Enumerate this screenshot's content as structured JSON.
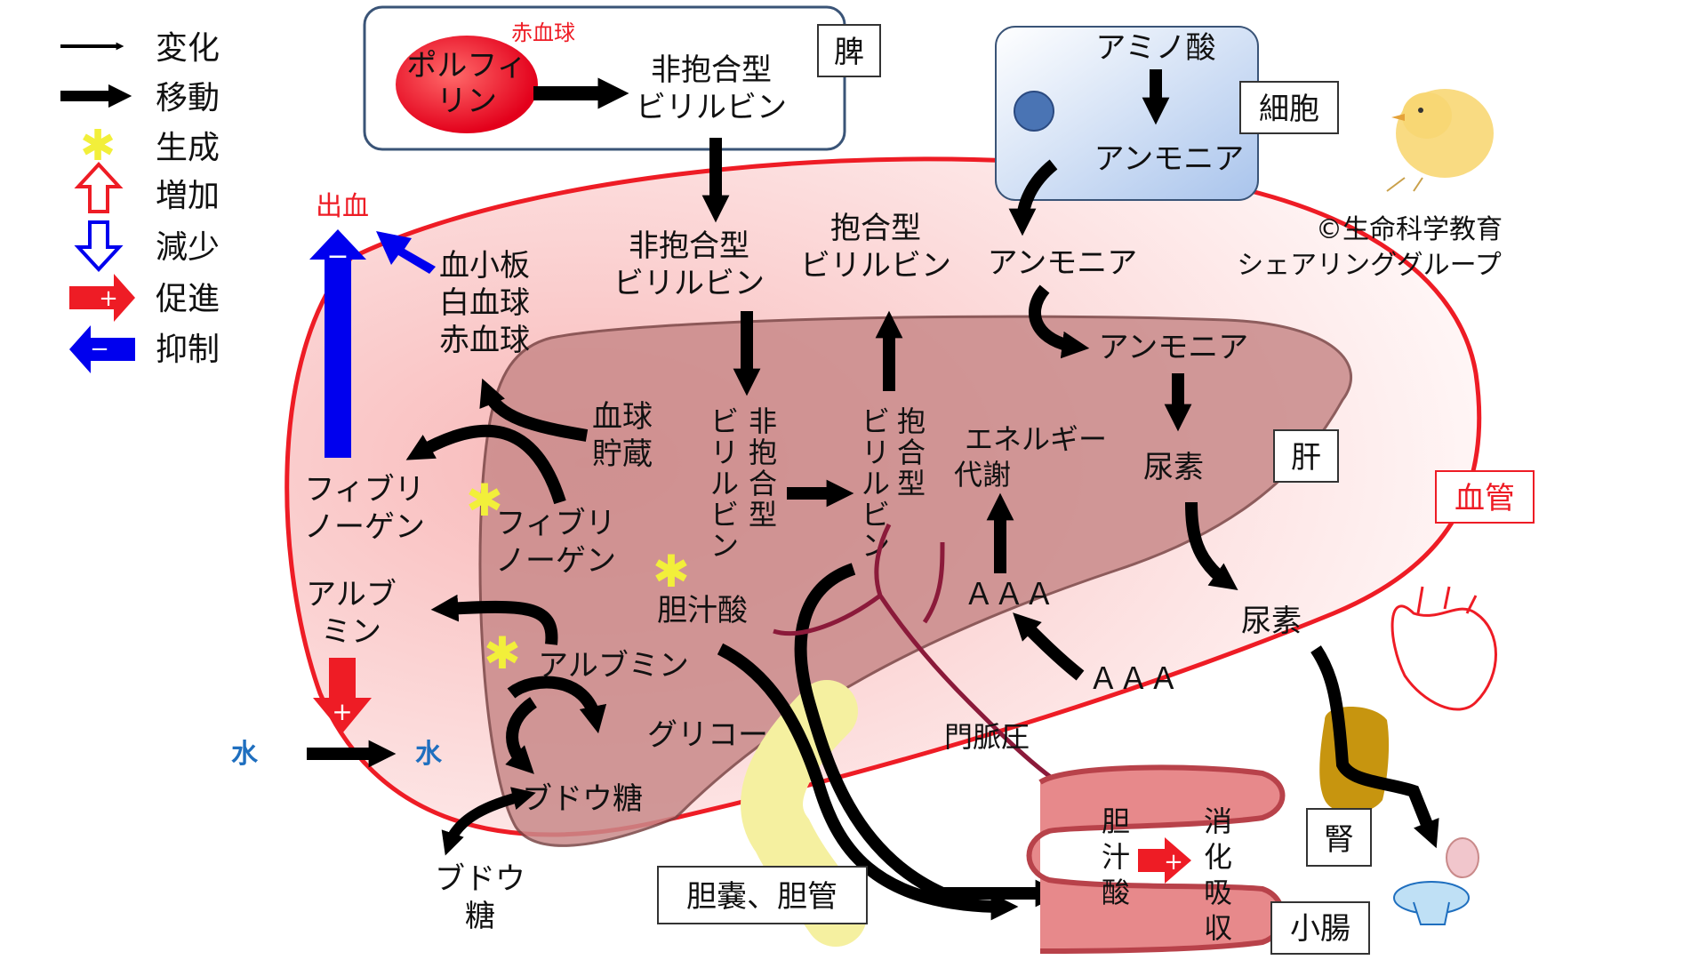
{
  "legend": {
    "change": "変化",
    "move": "移動",
    "generate": "生成",
    "increase": "増加",
    "decrease": "減少",
    "promote": "促進",
    "inhibit": "抑制"
  },
  "spleen": {
    "label": "脾",
    "rbc": "赤血球",
    "porphyrin": [
      "ポルフィ",
      "リン"
    ],
    "unconj": [
      "非抱合型",
      "ビリルビン"
    ]
  },
  "cell": {
    "label": "細胞",
    "amino_acid": "アミノ酸",
    "ammonia": "アンモニア"
  },
  "copyright": [
    "©生命科学教育",
    "シェアリンググループ"
  ],
  "blood_vessel": {
    "label": "血管",
    "bleeding": "出血",
    "platelets": [
      "血小板",
      "白血球",
      "赤血球"
    ],
    "fibrinogen": [
      "フィブリ",
      "ノーゲン"
    ],
    "albumin": [
      "アルブ",
      "ミン"
    ],
    "water_out": "水",
    "water_in": "水",
    "glucose": [
      "ブドウ",
      "糖"
    ],
    "unconj": [
      "非抱合型",
      "ビリルビン"
    ],
    "conj": [
      "抱合型",
      "ビリルビン"
    ],
    "ammonia": "アンモニア",
    "urea": "尿素",
    "aaa": "ＡＡＡ"
  },
  "liver": {
    "label": "肝",
    "blood_storage": [
      "血球",
      "貯蔵"
    ],
    "fibrinogen": [
      "フィブリ",
      "ノーゲン"
    ],
    "albumin": "アルブミン",
    "glycogen": "グリコーゲン",
    "glucose": "ブドウ糖",
    "bile_acid": "胆汁酸",
    "unconj_v": [
      "非",
      "抱",
      "合",
      "型"
    ],
    "unconj_v2": [
      "ビ",
      "リ",
      "ル",
      "ビ",
      "ン"
    ],
    "conj_v": [
      "抱",
      "合",
      "型"
    ],
    "conj_v2": [
      "ビ",
      "リ",
      "ル",
      "ビ",
      "ン"
    ],
    "energy": [
      "エネルギー",
      "代謝"
    ],
    "ammonia": "アンモニア",
    "urea": "尿素",
    "aaa": "ＡＡＡ",
    "portal_pressure": "門脈圧"
  },
  "gallbladder": "胆嚢、胆管",
  "intestine": {
    "label": "小腸",
    "bile_acid_v": [
      "胆",
      "汁",
      "酸"
    ],
    "digest_v": [
      "消",
      "化",
      "吸",
      "収"
    ]
  },
  "kidney": "腎",
  "colors": {
    "red": "#ee1c25",
    "blue": "#0000ee",
    "liver_fill": "#c98a8a",
    "vessel_fill": "#fbd6d6",
    "water": "#1f6fbf",
    "yellow": "#f2ef3a"
  }
}
